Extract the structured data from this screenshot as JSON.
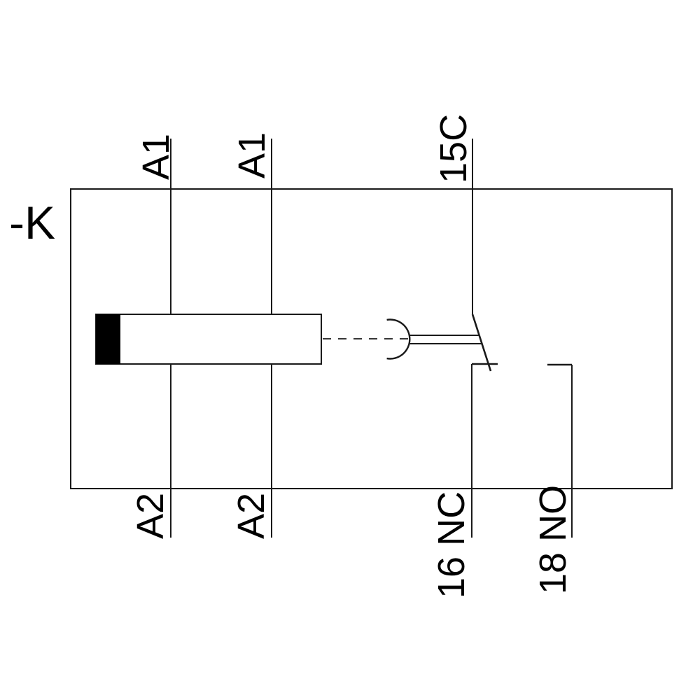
{
  "device": {
    "label": "-K"
  },
  "terminals": {
    "top": {
      "coil_left": "A1",
      "coil_right": "A1",
      "common": "15C"
    },
    "bottom": {
      "coil_left": "A2",
      "coil_right": "A2",
      "normally_closed": "16 NC",
      "normally_open": "18 NO"
    }
  },
  "colors": {
    "background": "#ffffff",
    "line": "#1a1a1a",
    "text": "#000000",
    "coil_fill": "#000000"
  }
}
